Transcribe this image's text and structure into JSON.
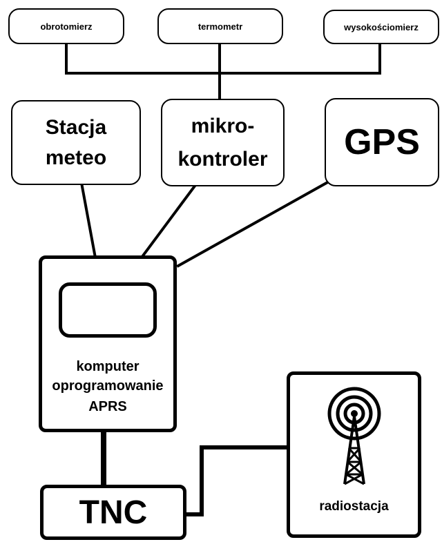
{
  "sensors": {
    "tachometer": "obrotomierz",
    "thermometer": "termometr",
    "altimeter": "wysokościomierz"
  },
  "weather_station": {
    "line1": "Stacja",
    "line2": "meteo"
  },
  "microcontroller": {
    "line1": "mikro-",
    "line2": "kontroler"
  },
  "gps": {
    "label": "GPS"
  },
  "computer": {
    "line1": "komputer",
    "line2": "oprogramowanie",
    "line3": "APRS"
  },
  "tnc": {
    "label": "TNC"
  },
  "radio": {
    "label": "radiostacja"
  }
}
